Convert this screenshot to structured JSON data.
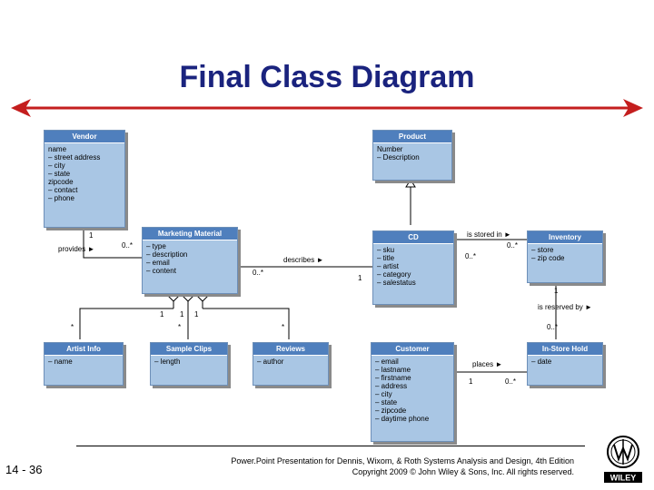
{
  "title": "Final Class Diagram",
  "classes": {
    "vendor": {
      "name": "Vendor",
      "attrs": [
        "name",
        "– street address",
        "– city",
        "– state",
        "zipcode",
        "– contact",
        "– phone"
      ]
    },
    "product": {
      "name": "Product",
      "attrs": [
        "Number",
        "– Description"
      ]
    },
    "marketing": {
      "name": "Marketing Material",
      "attrs": [
        "– type",
        "– description",
        "– email",
        "– content"
      ]
    },
    "cd": {
      "name": "CD",
      "attrs": [
        "– sku",
        "– title",
        "– artist",
        "– category",
        "– salestatus"
      ]
    },
    "inventory": {
      "name": "Inventory",
      "attrs": [
        "– store",
        "– zip code"
      ]
    },
    "artist": {
      "name": "Artist Info",
      "attrs": [
        "– name"
      ]
    },
    "sample": {
      "name": "Sample Clips",
      "attrs": [
        "– length"
      ]
    },
    "reviews": {
      "name": "Reviews",
      "attrs": [
        "– author"
      ]
    },
    "customer": {
      "name": "Customer",
      "attrs": [
        "– email",
        "– lastname",
        "– firstname",
        "– address",
        "– city",
        "– state",
        "– zipcode",
        "– daytime phone"
      ]
    },
    "instore": {
      "name": "In-Store Hold",
      "attrs": [
        "– date"
      ]
    }
  },
  "labels": {
    "one_vendor": "1",
    "provides": "provides ►",
    "zero_many_mm": "0..*",
    "describes": "describes ►",
    "zero_many_describes": "0..*",
    "one_cd": "1",
    "is_stored_in": "is stored in ►",
    "zero_many_cd_inv": "0..*",
    "zero_many_inv": "0..*",
    "one_inv": "1",
    "is_reserved_by": "is reserved by ►",
    "zero_many_hold": "0..*",
    "one_agg_1": "1",
    "one_agg_2": "1",
    "one_agg_3": "1",
    "star_artist": "*",
    "star_sample": "*",
    "star_reviews": "*",
    "places": "places ►",
    "one_customer": "1",
    "zero_many_places": "0..*"
  },
  "footer": {
    "slide_number": "14 - 36",
    "line1": "Power.Point Presentation for Dennis, Wixom, & Roth Systems Analysis and Design, 4th Edition",
    "line2": "Copyright 2009 © John Wiley & Sons, Inc.  All rights reserved.",
    "logo_text": "WILEY"
  }
}
